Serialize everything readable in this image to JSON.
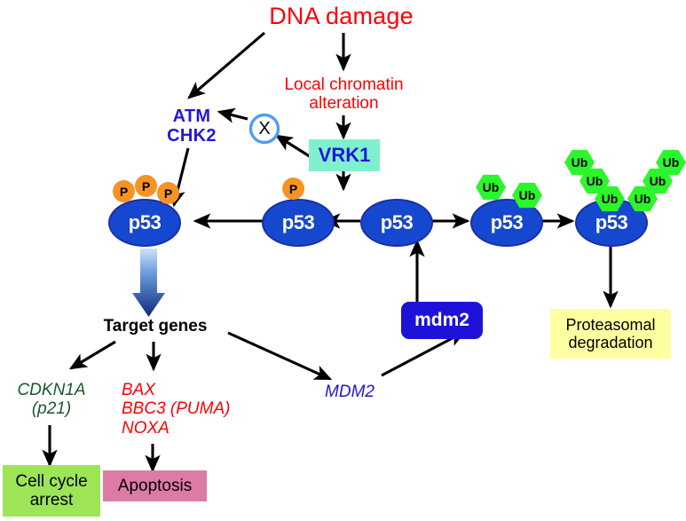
{
  "figure": {
    "title": "p53 regulation pathway upon DNA damage",
    "background": "#ffffff",
    "colors": {
      "red_text": "#ff0000",
      "blue_text": "#2117d6",
      "green_text": "#18592b",
      "p53_fill": "#1648cf",
      "p53_stroke": "#1a2fa8",
      "phospho_fill": "#f79325",
      "ubiquitin_fill": "#2bf52b",
      "vrk1_box": "#7ff0cd",
      "mdm2_box": "#1f12d8",
      "proteasomal_box": "#ffffa0",
      "cellcycle_box": "#9de557",
      "apoptosis_box": "#dd7ba6",
      "inhibition_ring": "#4f9ef0",
      "arrow_black": "#000000",
      "gradient_arrow_top": "#bcd7f2",
      "gradient_arrow_bottom": "#102a7c"
    }
  },
  "labels": {
    "dna_damage": "DNA damage",
    "local_chromatin": "Local chromatin\nalteration",
    "atm_chk2": "ATM\nCHK2",
    "inhibition_x": "X",
    "vrk1": "VRK1",
    "p53": "p53",
    "phospho": "P",
    "ubiquitin": "Ub",
    "mdm2_protein": "mdm2",
    "proteasomal_degradation": "Proteasomal\ndegradation",
    "target_genes": "Target genes",
    "cdkn1a": "CDKN1A\n(p21)",
    "apoptotic_genes": "BAX\nBBC3 (PUMA)\nNOXA",
    "mdm2_gene": "MDM2",
    "cell_cycle_arrest": "Cell cycle\narrest",
    "apoptosis": "Apoptosis"
  },
  "nodes": [
    {
      "id": "dna-damage",
      "label": "DNA damage",
      "type": "text",
      "color": "#ff0000"
    },
    {
      "id": "local-chromatin-alteration",
      "label": "Local chromatin alteration",
      "type": "text",
      "color": "#ff0000"
    },
    {
      "id": "atm-chk2",
      "label": "ATM CHK2",
      "type": "text",
      "color": "#2117d6"
    },
    {
      "id": "inhibition-marker",
      "label": "X",
      "type": "circle-marker",
      "color": "#4f9ef0"
    },
    {
      "id": "vrk1",
      "label": "VRK1",
      "type": "box",
      "fill": "#7ff0cd",
      "color": "#2117d6"
    },
    {
      "id": "p53-phospho",
      "label": "p53",
      "type": "oval",
      "modifications": [
        "P",
        "P",
        "P"
      ]
    },
    {
      "id": "p53-monophospho",
      "label": "p53",
      "type": "oval",
      "modifications": [
        "P"
      ]
    },
    {
      "id": "p53-native",
      "label": "p53",
      "type": "oval",
      "modifications": []
    },
    {
      "id": "p53-ubiquitinated",
      "label": "p53",
      "type": "oval",
      "modifications": [
        "Ub",
        "Ub"
      ]
    },
    {
      "id": "p53-polyubiquitinated",
      "label": "p53",
      "type": "oval",
      "modifications": [
        "Ub",
        "Ub",
        "Ub",
        "Ub",
        "Ub",
        "Ub"
      ]
    },
    {
      "id": "mdm2-protein",
      "label": "mdm2",
      "type": "box",
      "fill": "#1f12d8",
      "color": "#ffffff"
    },
    {
      "id": "proteasomal-degradation",
      "label": "Proteasomal degradation",
      "type": "box",
      "fill": "#ffffa0",
      "color": "#000000"
    },
    {
      "id": "target-genes",
      "label": "Target genes",
      "type": "text",
      "color": "#000000"
    },
    {
      "id": "cdkn1a-p21",
      "label": "CDKN1A (p21)",
      "type": "text",
      "color": "#18592b"
    },
    {
      "id": "apoptotic-genes",
      "label": "BAX BBC3 (PUMA) NOXA",
      "type": "text",
      "color": "#ff0000"
    },
    {
      "id": "mdm2-gene",
      "label": "MDM2",
      "type": "text",
      "color": "#2117d6"
    },
    {
      "id": "cell-cycle-arrest",
      "label": "Cell cycle arrest",
      "type": "box",
      "fill": "#9de557",
      "color": "#000000"
    },
    {
      "id": "apoptosis",
      "label": "Apoptosis",
      "type": "box",
      "fill": "#dd7ba6",
      "color": "#000000"
    }
  ],
  "edges": [
    {
      "from": "dna-damage",
      "to": "atm-chk2",
      "kind": "arrow"
    },
    {
      "from": "dna-damage",
      "to": "local-chromatin-alteration",
      "kind": "arrow"
    },
    {
      "from": "local-chromatin-alteration",
      "to": "vrk1",
      "kind": "arrow"
    },
    {
      "from": "vrk1",
      "to": "inhibition-marker",
      "kind": "arrow"
    },
    {
      "from": "inhibition-marker",
      "to": "atm-chk2",
      "kind": "arrow"
    },
    {
      "from": "atm-chk2",
      "to": "p53-phospho",
      "kind": "arrow"
    },
    {
      "from": "vrk1",
      "to": "p53-monophospho",
      "kind": "arrow"
    },
    {
      "from": "p53-monophospho",
      "to": "p53-phospho",
      "kind": "arrow"
    },
    {
      "from": "p53-native",
      "to": "p53-monophospho",
      "kind": "arrow"
    },
    {
      "from": "p53-native",
      "to": "p53-ubiquitinated",
      "kind": "arrow"
    },
    {
      "from": "mdm2-protein",
      "to": "p53-native",
      "kind": "arrow"
    },
    {
      "from": "p53-ubiquitinated",
      "to": "p53-polyubiquitinated",
      "kind": "arrow"
    },
    {
      "from": "p53-polyubiquitinated",
      "to": "proteasomal-degradation",
      "kind": "arrow"
    },
    {
      "from": "p53-phospho",
      "to": "target-genes",
      "kind": "gradient-arrow"
    },
    {
      "from": "target-genes",
      "to": "cdkn1a-p21",
      "kind": "arrow"
    },
    {
      "from": "target-genes",
      "to": "apoptotic-genes",
      "kind": "arrow"
    },
    {
      "from": "target-genes",
      "to": "mdm2-gene",
      "kind": "arrow"
    },
    {
      "from": "cdkn1a-p21",
      "to": "cell-cycle-arrest",
      "kind": "arrow"
    },
    {
      "from": "apoptotic-genes",
      "to": "apoptosis",
      "kind": "arrow"
    },
    {
      "from": "mdm2-gene",
      "to": "mdm2-protein",
      "kind": "arrow"
    }
  ]
}
